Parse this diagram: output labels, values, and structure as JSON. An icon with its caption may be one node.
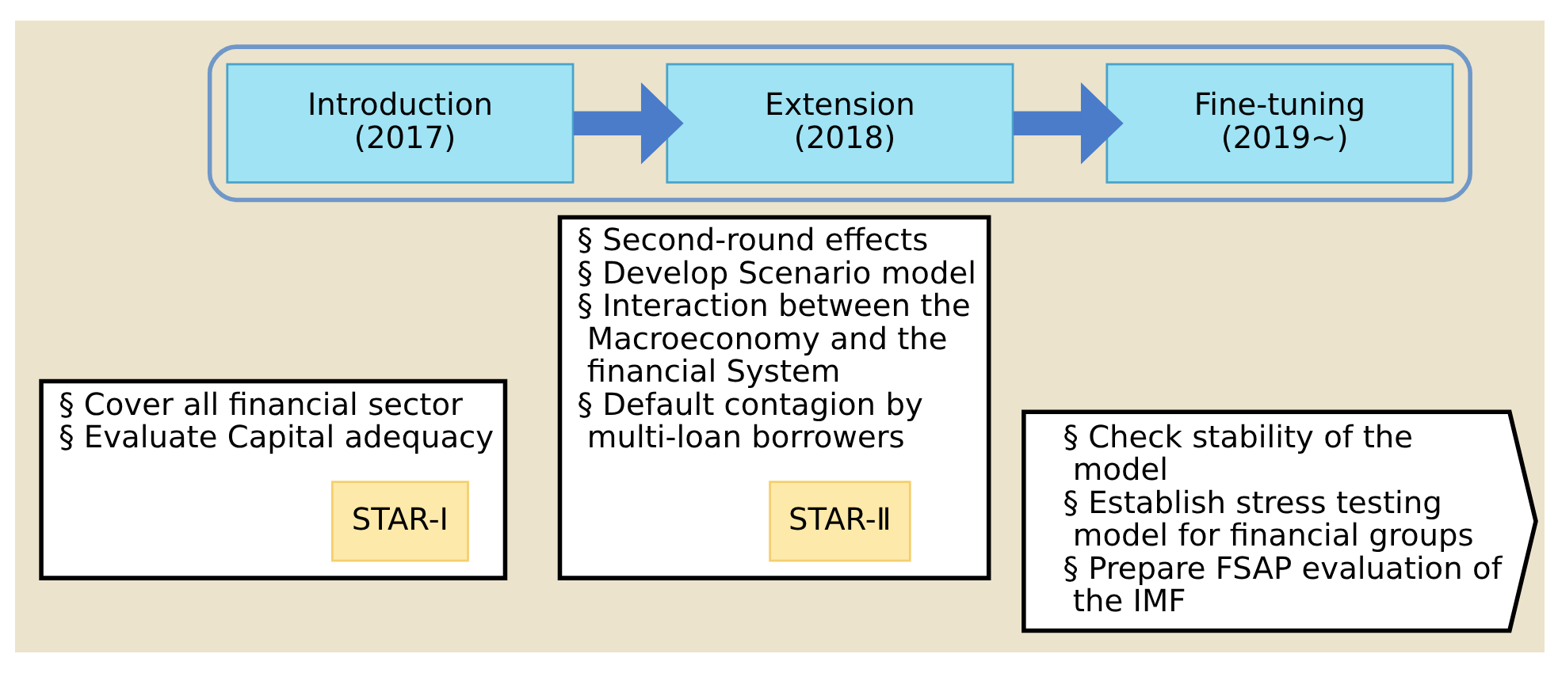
{
  "diagram": {
    "nodes": [
      {
        "text": [],
        "shape": "box"
      },
      {
        "text": [
          "Introduction (2017)"
        ],
        "in": 0
      },
      {
        "text": [
          "Extension (2018)"
        ],
        "in": 0
      },
      {
        "text": [
          "Fine-tuning (2019~)"
        ],
        "in": 0
      },
      {
        "text": [
          "§ Cover all financial sector",
          "§ Evaluate Capital adequacy"
        ]
      },
      {
        "text": [
          "STAR-Ⅰ"
        ],
        "in": 4
      },
      {
        "text": [
          "§ Second-round effects",
          "§ Develop Scenario model",
          "§ Interaction between the Macroeconomy and the financial System",
          "§ Default contagion by multi-loan borrowers"
        ]
      },
      {
        "text": [
          "STAR-Ⅱ"
        ],
        "in": 6
      },
      {
        "text": [
          "§ Check stability of the model",
          "§ Establish stress testing model for financial groups",
          "§ Prepare FSAP evaluation of the IMF"
        ]
      }
    ],
    "edges": [
      {
        "from": 1,
        "to": 2,
        "arrow": "to"
      },
      {
        "from": 2,
        "to": 3,
        "arrow": "to"
      }
    ]
  }
}
